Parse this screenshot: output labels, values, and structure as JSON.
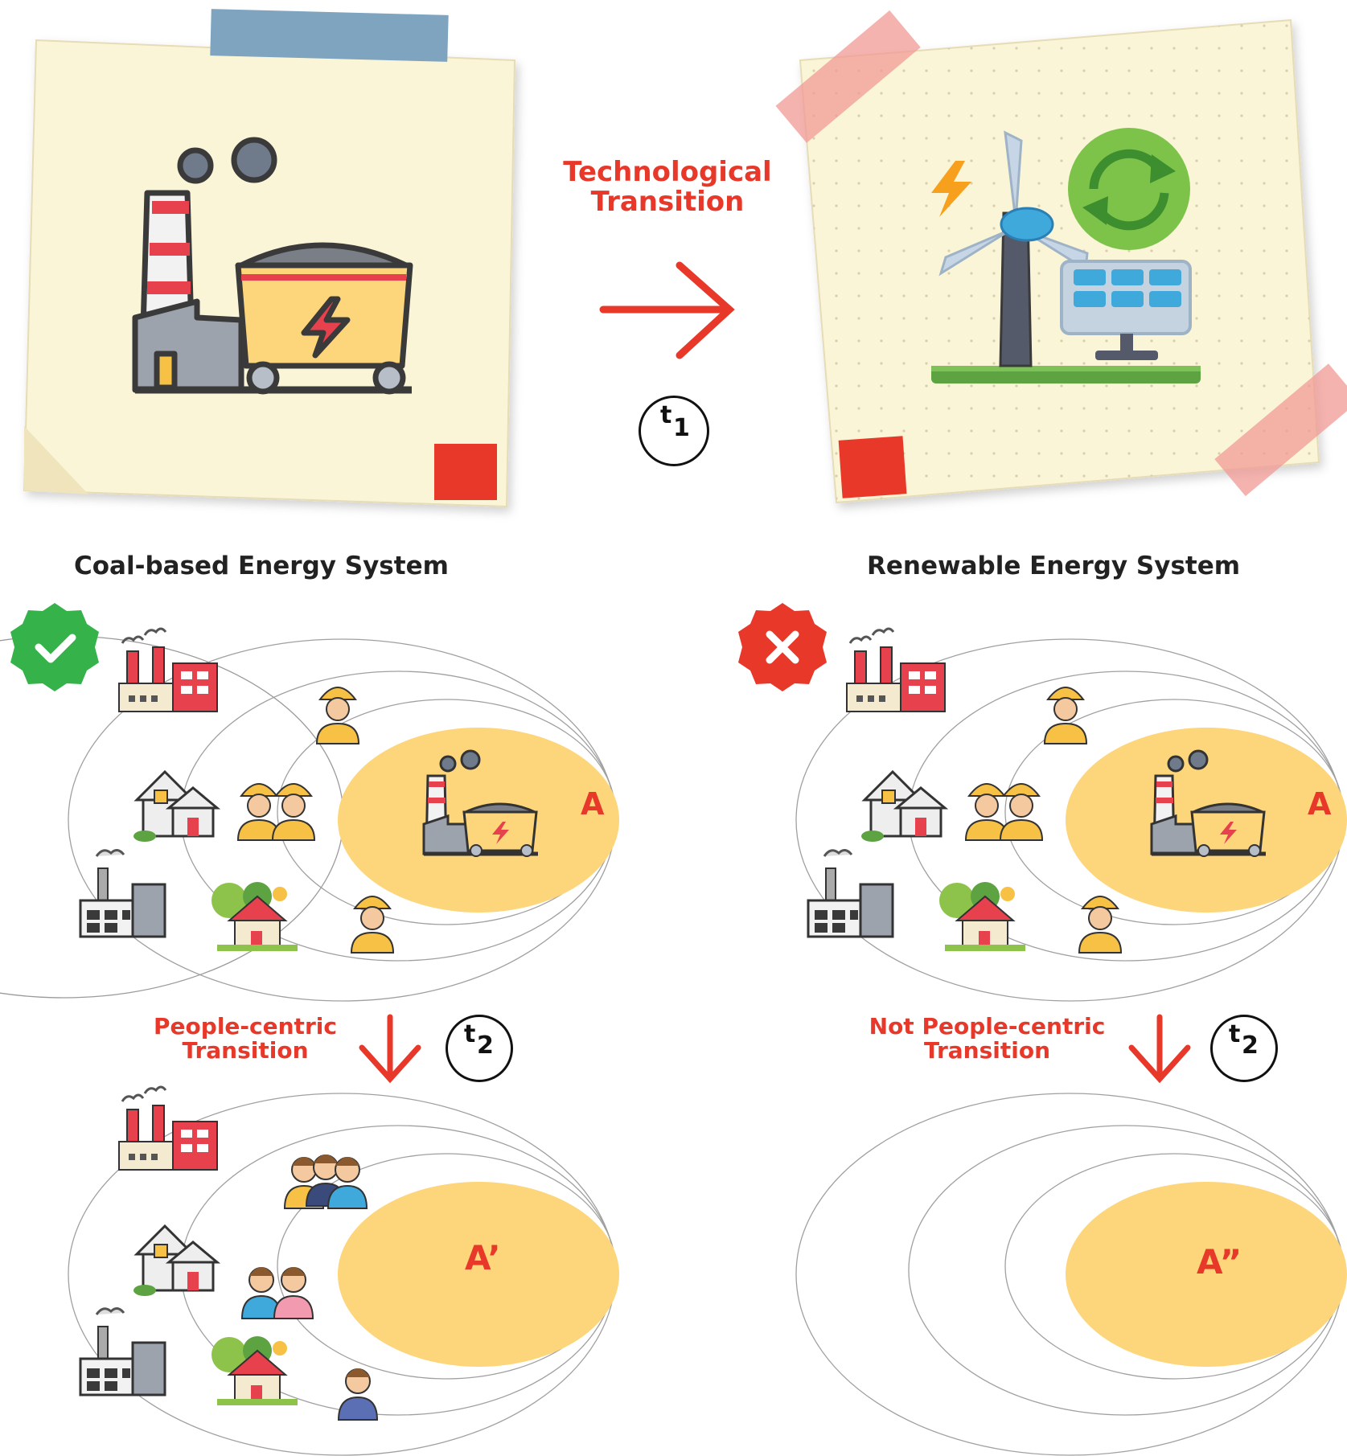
{
  "transition_top": {
    "label_line1": "Technological",
    "label_line2": "Transition",
    "badge_t": "t",
    "badge_sub": "1"
  },
  "left": {
    "heading": "Coal-based Energy System",
    "status_icon": "check-badge-icon",
    "status_color": "#35b34a",
    "ring_label_before": "A",
    "transition_line1": "People-centric",
    "transition_line2": "Transition",
    "badge_t": "t",
    "badge_sub": "2",
    "ring_label_after": "A’"
  },
  "right": {
    "heading": "Renewable Energy System",
    "status_icon": "cross-badge-icon",
    "status_color": "#e8382a",
    "ring_label_before": "A",
    "transition_line1": "Not People-centric",
    "transition_line2": "Transition",
    "badge_t": "t",
    "badge_sub": "2",
    "ring_label_after": "A”"
  },
  "colors": {
    "accent_red": "#e8382a",
    "note_paper": "#fbf5d8",
    "core_fill": "#fdd57a"
  }
}
